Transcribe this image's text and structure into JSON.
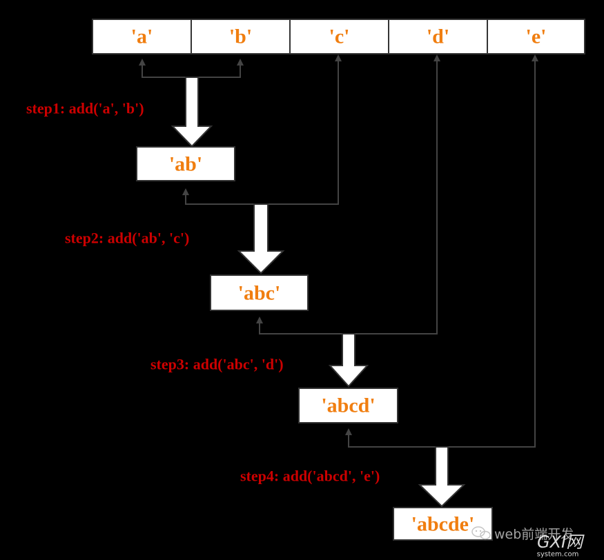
{
  "colors": {
    "background": "#000000",
    "box_fill": "#ffffff",
    "box_stroke": "#333333",
    "value_text": "#f07e10",
    "step_text": "#cc0000",
    "connector": "#444444"
  },
  "array_cells": [
    "'a'",
    "'b'",
    "'c'",
    "'d'",
    "'e'"
  ],
  "results": [
    "'ab'",
    "'abc'",
    "'abcd'",
    "'abcde'"
  ],
  "steps": [
    "step1: add('a', 'b')",
    "step2: add('ab', 'c')",
    "step3: add('abc', 'd')",
    "step4: add('abcd', 'e')"
  ],
  "watermark": {
    "channel": "web前端开发",
    "site_logo": "GXI网",
    "site_url": "system.com"
  }
}
